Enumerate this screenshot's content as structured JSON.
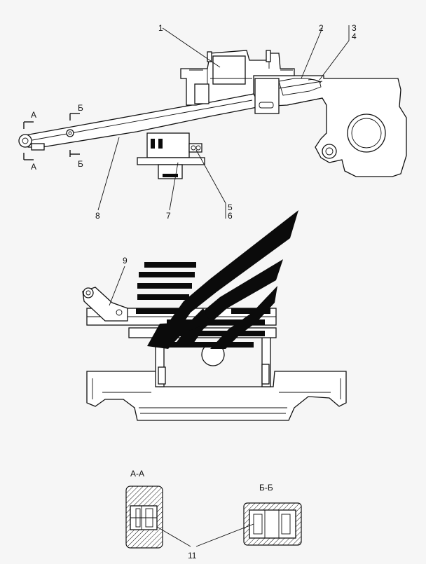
{
  "callouts": [
    "1",
    "2",
    "3",
    "4",
    "5",
    "6",
    "7",
    "8",
    "9",
    "11"
  ],
  "section_marks": {
    "a_top": "А",
    "a_bottom": "А",
    "b_top": "Б",
    "b_bottom": "Б"
  },
  "section_titles": {
    "aa": "А-А",
    "bb": "Б-Б"
  }
}
